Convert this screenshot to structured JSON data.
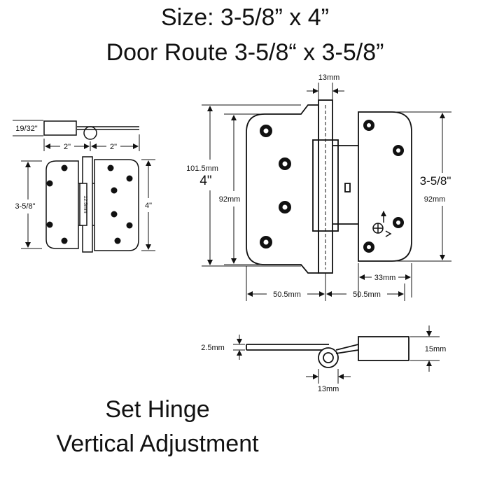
{
  "header": {
    "size": "Size:  3-5/8” x 4”",
    "route": "Door Route 3-5/8“ x 3-5/8”"
  },
  "footer": {
    "line1": "Set Hinge",
    "line2": "Vertical Adjustment"
  },
  "small_view": {
    "thickness": "19/32\"",
    "left_width": "2\"",
    "right_width": "2\"",
    "left_height": "3-5/8\"",
    "right_height": "4\"",
    "knuckle_label": "12.5mm"
  },
  "main_view": {
    "knuckle_width": "13mm",
    "total_height_mm": "101.5mm",
    "total_height_in": "4\"",
    "left_plate_height": "92mm",
    "right_plate_height_in": "3-5/8\"",
    "right_plate_height_mm": "92mm",
    "right_offset": "33mm",
    "left_leaf_width": "50.5mm",
    "right_leaf_width": "50.5mm"
  },
  "side_view": {
    "leaf_thickness": "2.5mm",
    "pin_diameter": "13mm",
    "block_height": "15mm"
  }
}
